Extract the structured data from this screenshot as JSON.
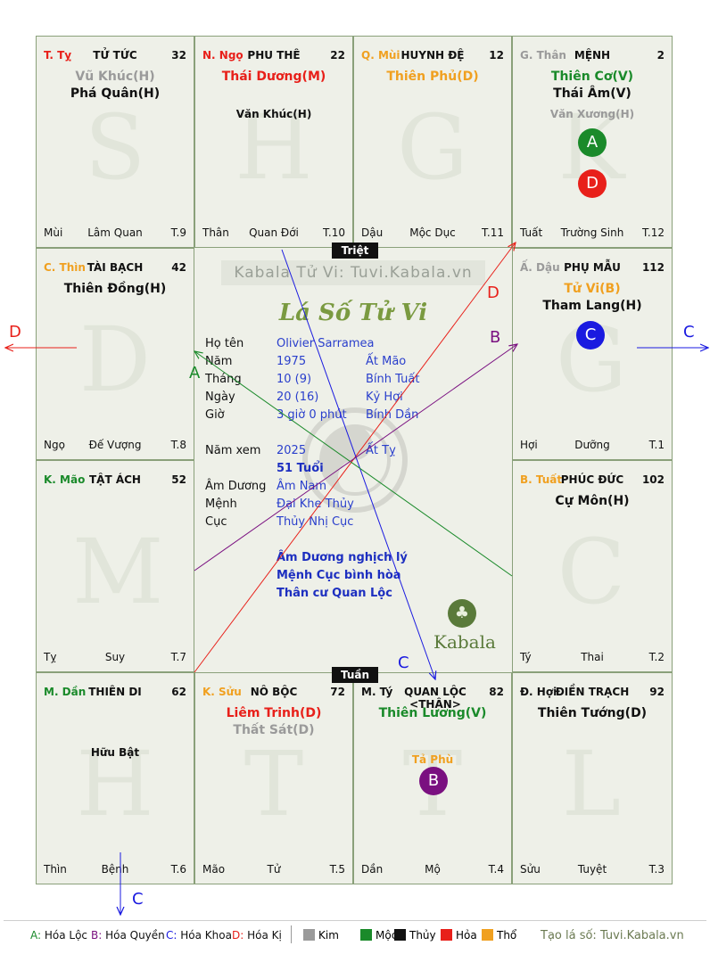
{
  "cells": [
    {
      "stem": "T. Tỵ",
      "stem_color": "#e8201a",
      "palace": "TỬ TỨC",
      "num": "32",
      "stars": [
        {
          "t": "Vũ Khúc(H)",
          "c": "#9a9a9a"
        },
        {
          "t": "Phá Quân(H)",
          "c": "#111111"
        }
      ],
      "minor": "",
      "minor_color": "#111",
      "foot_l": "Mùi",
      "foot_m": "Lâm Quan",
      "foot_r": "T.9"
    },
    {
      "stem": "N. Ngọ",
      "stem_color": "#e8201a",
      "palace": "PHU THÊ",
      "num": "22",
      "stars": [
        {
          "t": "Thái Dương(M)",
          "c": "#e8201a"
        }
      ],
      "minor": "Văn Khúc(H)",
      "minor_color": "#111",
      "foot_l": "Thân",
      "foot_m": "Quan Đới",
      "foot_r": "T.10"
    },
    {
      "stem": "Q. Mùi",
      "stem_color": "#f0a020",
      "palace": "HUYNH ĐỆ",
      "num": "12",
      "stars": [
        {
          "t": "Thiên Phủ(D)",
          "c": "#f0a020"
        }
      ],
      "minor": "",
      "minor_color": "#111",
      "foot_l": "Dậu",
      "foot_m": "Mộc Dục",
      "foot_r": "T.11"
    },
    {
      "stem": "G. Thân",
      "stem_color": "#9a9a9a",
      "palace": "MỆNH",
      "num": "2",
      "stars": [
        {
          "t": "Thiên Cơ(V)",
          "c": "#1a8a2a"
        },
        {
          "t": "Thái Âm(V)",
          "c": "#111111"
        }
      ],
      "minor": "Văn Xương(H)",
      "minor_color": "#9a9a9a",
      "foot_l": "Tuất",
      "foot_m": "Trường Sinh",
      "foot_r": "T.12"
    },
    {
      "stem": "C. Thìn",
      "stem_color": "#f0a020",
      "palace": "TÀI BẠCH",
      "num": "42",
      "stars": [
        {
          "t": "Thiên Đồng(H)",
          "c": "#111111"
        }
      ],
      "minor": "",
      "minor_color": "#111",
      "foot_l": "Ngọ",
      "foot_m": "Đế Vượng",
      "foot_r": "T.8"
    },
    {
      "stem": "Ấ. Dậu",
      "stem_color": "#9a9a9a",
      "palace": "PHỤ MẪU",
      "num": "112",
      "stars": [
        {
          "t": "Tử Vi(B)",
          "c": "#f0a020"
        },
        {
          "t": "Tham Lang(H)",
          "c": "#111111"
        }
      ],
      "minor": "",
      "minor_color": "#111",
      "foot_l": "Hợi",
      "foot_m": "Dưỡng",
      "foot_r": "T.1"
    },
    {
      "stem": "K. Mão",
      "stem_color": "#1a8a2a",
      "palace": "TẬT ÁCH",
      "num": "52",
      "stars": [],
      "minor": "",
      "minor_color": "#111",
      "foot_l": "Tỵ",
      "foot_m": "Suy",
      "foot_r": "T.7"
    },
    {
      "stem": "B. Tuất",
      "stem_color": "#f0a020",
      "palace": "PHÚC ĐỨC",
      "num": "102",
      "stars": [
        {
          "t": "Cự Môn(H)",
          "c": "#111111"
        }
      ],
      "minor": "",
      "minor_color": "#111",
      "foot_l": "Tý",
      "foot_m": "Thai",
      "foot_r": "T.2"
    },
    {
      "stem": "M. Dần",
      "stem_color": "#1a8a2a",
      "palace": "THIÊN DI",
      "num": "62",
      "stars": [],
      "minor": "Hữu Bật",
      "minor_color": "#111",
      "foot_l": "Thìn",
      "foot_m": "Bệnh",
      "foot_r": "T.6"
    },
    {
      "stem": "K. Sửu",
      "stem_color": "#f0a020",
      "palace": "NÔ BỘC",
      "num": "72",
      "stars": [
        {
          "t": "Liêm Trinh(D)",
          "c": "#e8201a"
        },
        {
          "t": "Thất Sát(D)",
          "c": "#9a9a9a"
        }
      ],
      "minor": "",
      "minor_color": "#111",
      "foot_l": "Mão",
      "foot_m": "Tử",
      "foot_r": "T.5"
    },
    {
      "stem": "M. Tý",
      "stem_color": "#111111",
      "palace": "QUAN LỘC <THÂN>",
      "num": "82",
      "stars": [
        {
          "t": "Thiên Lương(V)",
          "c": "#1a8a2a"
        }
      ],
      "minor": "Tả Phù",
      "minor_color": "#f0a020",
      "foot_l": "Dần",
      "foot_m": "Mộ",
      "foot_r": "T.4"
    },
    {
      "stem": "Đ. Hợi",
      "stem_color": "#111111",
      "palace": "ĐIỀN TRẠCH",
      "num": "92",
      "stars": [
        {
          "t": "Thiên Tướng(D)",
          "c": "#111111"
        }
      ],
      "minor": "",
      "minor_color": "#111",
      "foot_l": "Sửu",
      "foot_m": "Tuyệt",
      "foot_r": "T.3"
    }
  ],
  "center": {
    "watermark": "Kabala Tử Vi: Tuvi.Kabala.vn",
    "title": "Lá Số Tử Vi",
    "rows": [
      {
        "k": "Họ tên",
        "v1": "Olivier Sarramea",
        "v2": ""
      },
      {
        "k": "Năm",
        "v1": "1975",
        "v2": "Ất Mão"
      },
      {
        "k": "Tháng",
        "v1": "10  (9)",
        "v2": "Bính Tuất"
      },
      {
        "k": "Ngày",
        "v1": "20  (16)",
        "v2": "Kỷ Hợi"
      },
      {
        "k": "Giờ",
        "v1": "3 giờ 0 phút",
        "v2": "Bính Dần"
      },
      {
        "k": "Năm xem",
        "v1": "2025",
        "v2": "Ất Tỵ"
      },
      {
        "k": "",
        "v1": "51 Tuổi",
        "v2": ""
      },
      {
        "k": "Âm Dương",
        "v1": "Âm Nam",
        "v2": ""
      },
      {
        "k": "Mệnh",
        "v1": "Đại Khe Thủy",
        "v2": ""
      },
      {
        "k": "Cục",
        "v1": "Thủy Nhị Cục",
        "v2": ""
      }
    ],
    "notes": [
      "Âm Dương nghịch lý",
      "Mệnh Cục bình hòa",
      "Thân cư Quan Lộc"
    ],
    "logo": "Kabala"
  },
  "tags": {
    "top": "Triệt",
    "bottom": "Tuần"
  },
  "badges": [
    {
      "letter": "A",
      "color": "#1a8a2a"
    },
    {
      "letter": "D",
      "color": "#e8201a"
    },
    {
      "letter": "C",
      "color": "#1a1ae0"
    },
    {
      "letter": "B",
      "color": "#7a1080"
    }
  ],
  "arrow_labels": [
    {
      "t": "D",
      "c": "#e8201a"
    },
    {
      "t": "C",
      "c": "#1a1ae0"
    },
    {
      "t": "A",
      "c": "#1a8a2a"
    },
    {
      "t": "D",
      "c": "#e8201a"
    },
    {
      "t": "B",
      "c": "#7a1080"
    },
    {
      "t": "C",
      "c": "#1a1ae0"
    },
    {
      "t": "C",
      "c": "#1a1ae0"
    }
  ],
  "legend": {
    "items": [
      {
        "t": "A: Hóa Lộc",
        "c": "#1a8a2a"
      },
      {
        "t": "B: Hóa Quyền",
        "c": "#7a1080"
      },
      {
        "t": "C: Hóa Khoa",
        "c": "#1a1ae0"
      },
      {
        "t": "D: Hóa Kị",
        "c": "#e8201a"
      }
    ],
    "elements": [
      {
        "t": "Kim",
        "c": "#9a9a9a"
      },
      {
        "t": "Mộc",
        "c": "#1a8a2a"
      },
      {
        "t": "Thủy",
        "c": "#111111"
      },
      {
        "t": "Hỏa",
        "c": "#e8201a"
      },
      {
        "t": "Thổ",
        "c": "#f0a020"
      }
    ],
    "site": "Tạo lá số: Tuvi.Kabala.vn"
  }
}
